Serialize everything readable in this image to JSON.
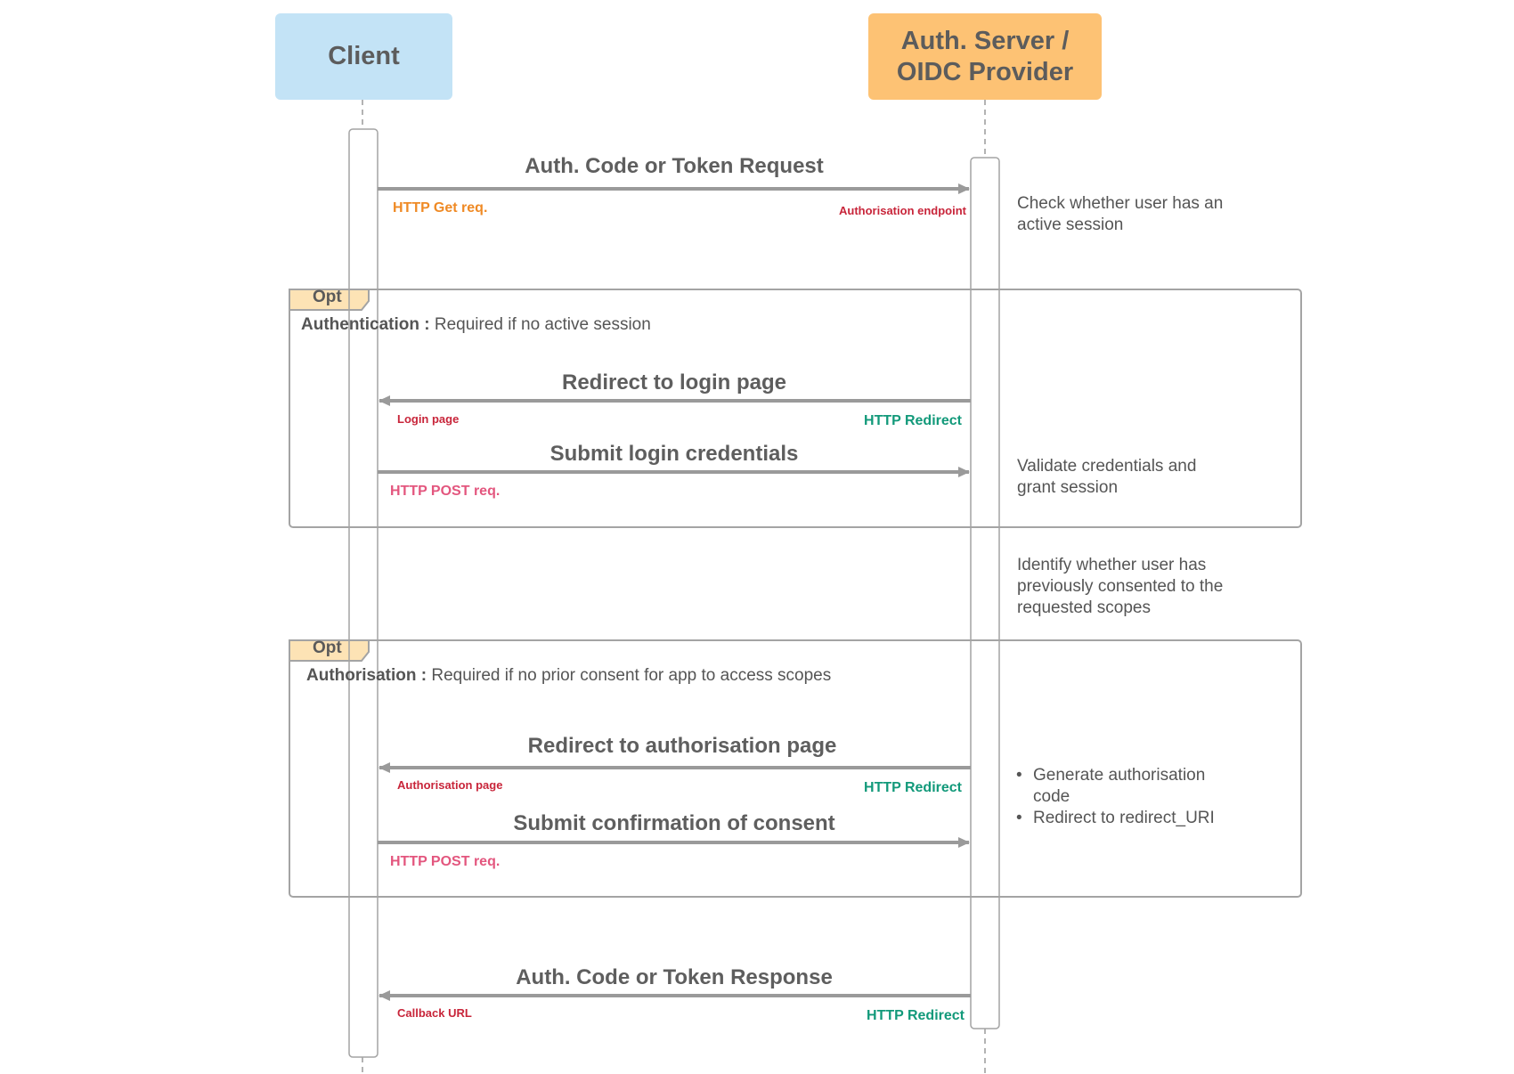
{
  "actors": {
    "client": {
      "label": "Client",
      "color": "#c3e3f6"
    },
    "server": {
      "label_line1": "Auth. Server /",
      "label_line2": "OIDC Provider",
      "color": "#fdc274"
    }
  },
  "colors": {
    "orange": "#ef8a25",
    "red": "#c8253a",
    "pink": "#e3567e",
    "green": "#12997a",
    "gray_line": "#9a9a9a",
    "frame_tag": "#fde3b5"
  },
  "messages": {
    "m1": {
      "label": "Auth. Code or Token Request",
      "left_note": "HTTP Get req.",
      "right_note": "Authorisation endpoint"
    },
    "m2": {
      "label": "Redirect to login page",
      "left_note": "Login page",
      "right_note": "HTTP Redirect"
    },
    "m3": {
      "label": "Submit login credentials",
      "left_note": "HTTP POST req."
    },
    "m4": {
      "label": "Redirect to authorisation page",
      "left_note": "Authorisation page",
      "right_note": "HTTP Redirect"
    },
    "m5": {
      "label": "Submit confirmation of consent",
      "left_note": "HTTP POST req."
    },
    "m6": {
      "label": "Auth. Code or Token Response",
      "left_note": "Callback URL",
      "right_note": "HTTP Redirect"
    }
  },
  "notes": {
    "n1": "Check whether user has an active session",
    "n2": "Validate credentials and grant session",
    "n3": "Identify whether user has previously consented to the requested scopes",
    "n4_items": [
      "Generate authorisation code",
      "Redirect to redirect_URI"
    ]
  },
  "frames": {
    "f1": {
      "tag": "Opt",
      "title_bold": "Authentication :",
      "title_rest": " Required if no active session"
    },
    "f2": {
      "tag": "Opt",
      "title_bold": "Authorisation :",
      "title_rest": " Required if no prior consent for app to access scopes"
    }
  }
}
